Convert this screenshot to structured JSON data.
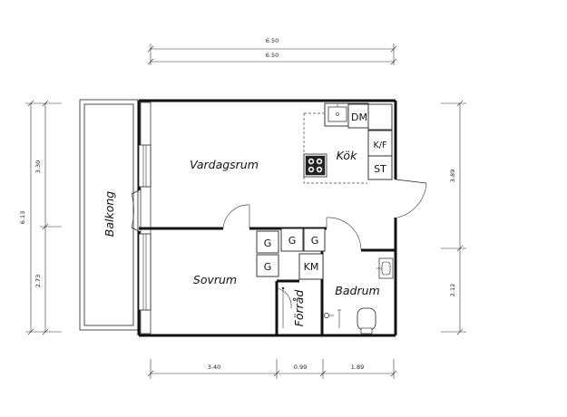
{
  "dimensions": {
    "top_outer": "6.50",
    "top_inner": "6.50",
    "left_total": "6.13",
    "left_upper": "3.30",
    "left_lower": "2.73",
    "right_upper": "3.89",
    "right_lower": "2.12",
    "bottom_left": "3.40",
    "bottom_mid": "0.99",
    "bottom_right": "1.89"
  },
  "rooms": {
    "living_room": "Vardagsrum",
    "kitchen": "Kök",
    "bedroom": "Sovrum",
    "bathroom": "Badrum",
    "storage": "Förråd",
    "balcony": "Balkong"
  },
  "fixtures": {
    "dishwasher": "DM",
    "fridge_freezer": "K/F",
    "stove_cabinet": "ST",
    "wardrobe": "G",
    "washing_machine": "KM"
  }
}
